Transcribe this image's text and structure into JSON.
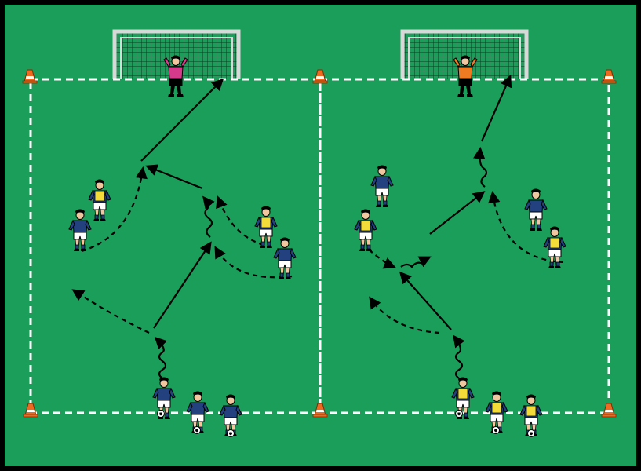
{
  "diagram": {
    "type": "soccer-drill",
    "colors": {
      "border": "#000000",
      "pitch": "#1a9e5a",
      "lines": "#ffffff",
      "goal_frame": "#d8d8d8",
      "net": "#0a5a2e",
      "cone": "#ee6a1e",
      "team_blue": "#23407f",
      "team_yellow": "#f3dc3a",
      "shorts": "#ffffff",
      "keeper_left": "#d63a8a",
      "keeper_right": "#ee7a22",
      "skin": "#f0c79e",
      "arrow": "#000000"
    },
    "legend": {
      "solid_arrow": "pass",
      "dashed_arrow": "run",
      "wavy_arrow": "dribble"
    },
    "fields": [
      {
        "id": "left-field",
        "goalkeeper_color": "keeper_left",
        "attacker_color": "team_blue",
        "defender_color": "team_yellow",
        "balls": 3
      },
      {
        "id": "right-field",
        "goalkeeper_color": "keeper_right",
        "attacker_color": "team_yellow",
        "defender_color": "team_blue",
        "balls": 3
      }
    ],
    "cones": 6
  }
}
